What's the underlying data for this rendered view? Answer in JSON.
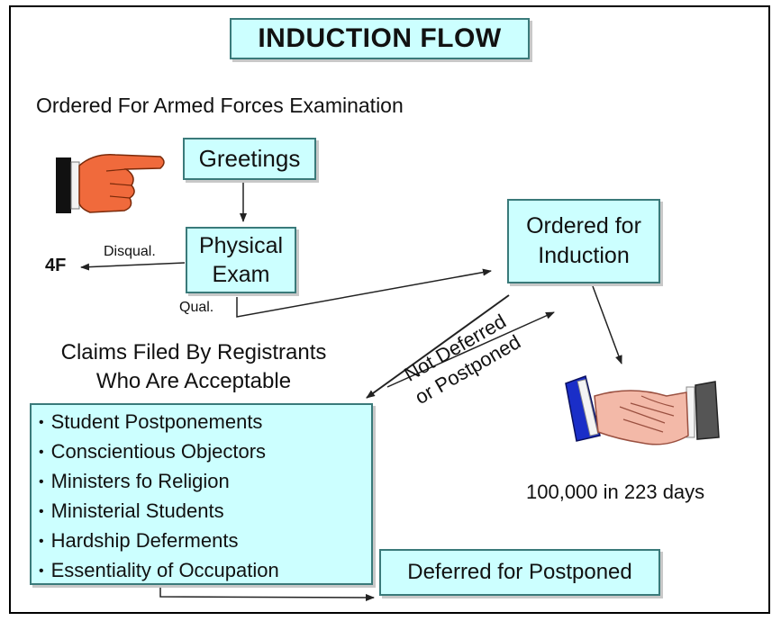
{
  "title": "INDUCTION FLOW",
  "subtitle": "Ordered For Armed Forces Examination",
  "nodes": {
    "greetings": "Greetings",
    "physical_exam": [
      "Physical",
      "Exam"
    ],
    "ordered_for_induction": [
      "Ordered for",
      "Induction"
    ],
    "deferred": "Deferred for Postponed"
  },
  "labels": {
    "four_f": "4F",
    "disqual": "Disqual.",
    "qual": "Qual.",
    "not_deferred": [
      "Not Deferred",
      "or Postponed"
    ],
    "count": "100,000 in 223 days"
  },
  "claims": {
    "heading": [
      "Claims Filed By Registrants",
      "Who Are Acceptable"
    ],
    "items": [
      "Student Postponements",
      "Conscientious Objectors",
      "Ministers fo Religion",
      "Ministerial Students",
      "Hardship Deferments",
      "Essentiality of Occupation"
    ]
  },
  "icons": {
    "pointing_hand": "pointing-hand-icon",
    "handshake": "handshake-icon"
  },
  "colors": {
    "box_fill": "#ccffff",
    "box_border": "#3a7a7a",
    "hand_skin": "#f06a3c",
    "sleeve_blue": "#1a2ec8",
    "sleeve_gray": "#555555"
  }
}
